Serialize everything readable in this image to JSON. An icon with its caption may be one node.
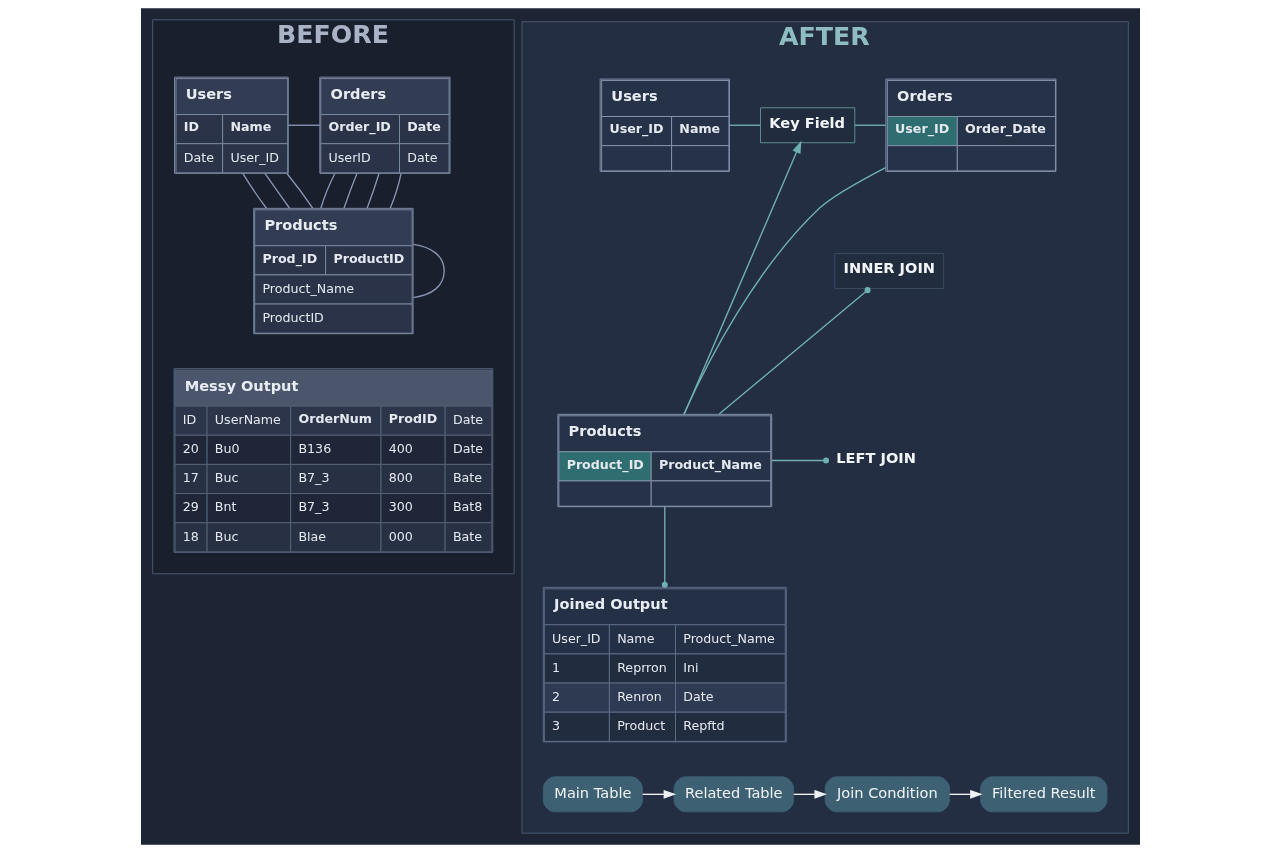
{
  "diagram": {
    "nodes": [
      {
        "text": [
          "BEFORE"
        ]
      },
      {
        "text": [
          "Users",
          "ID",
          "Name",
          "Date",
          "User_ID"
        ],
        "in": 0
      },
      {
        "text": [
          "Orders",
          "Order_ID",
          "Date",
          "UserID",
          "Date"
        ],
        "in": 0
      },
      {
        "text": [
          "Products",
          "Prod_ID",
          "ProductID",
          "Product_Name",
          "ProductID"
        ],
        "in": 0
      },
      {
        "text": [
          "Messy Output",
          "ID",
          "UserName",
          "OrderNum",
          "ProdID",
          "Date",
          "20",
          "Bu0",
          "B136",
          "400",
          "Date",
          "17",
          "Buc",
          "B7_3",
          "800",
          "Bate",
          "29",
          "Bnt",
          "B7_3",
          "300",
          "Bat8",
          "18",
          "Buc",
          "Blae",
          "000",
          "Bate"
        ],
        "in": 0
      },
      {
        "text": [
          "AFTER"
        ]
      },
      {
        "text": [
          "Users",
          "User_ID",
          "Name"
        ],
        "in": 5
      },
      {
        "text": [
          "Key Field"
        ],
        "in": 5
      },
      {
        "text": [
          "Orders",
          "User_ID",
          "Order_Date"
        ],
        "in": 5
      },
      {
        "text": [
          "INNER JOIN"
        ],
        "in": 5
      },
      {
        "text": [
          "Products",
          "Product_ID",
          "Product_Name"
        ],
        "in": 5
      },
      {
        "text": [
          "LEFT JOIN"
        ],
        "in": 5
      },
      {
        "text": [
          "Joined Output",
          "User_ID",
          "Name",
          "Product_Name",
          "1",
          "Reprron",
          "Ini",
          "2",
          "Renron",
          "Date",
          "3",
          "Product",
          "Repftd"
        ],
        "in": 5
      },
      {
        "text": [
          "Main Table"
        ],
        "in": 5
      },
      {
        "text": [
          "Related Table"
        ],
        "in": 5
      },
      {
        "text": [
          "Join Condition"
        ],
        "in": 5
      },
      {
        "text": [
          "Filtered Result"
        ],
        "in": 5
      }
    ],
    "edges": [
      {
        "from": 1,
        "to": 2,
        "arrow": "none"
      },
      {
        "from": 1,
        "to": 3,
        "arrow": "none"
      },
      {
        "from": 2,
        "to": 3,
        "arrow": "none"
      },
      {
        "from": 1,
        "to": 3,
        "arrow": "none"
      },
      {
        "from": 1,
        "to": 3,
        "arrow": "none"
      },
      {
        "from": 2,
        "to": 3,
        "arrow": "none"
      },
      {
        "from": 2,
        "to": 3,
        "arrow": "none"
      },
      {
        "from": 2,
        "to": 3,
        "arrow": "none"
      },
      {
        "from": 3,
        "to": 3,
        "arrow": "none"
      },
      {
        "from": 6,
        "to": 7,
        "arrow": "none",
        "color": "#6fb0b4"
      },
      {
        "from": 7,
        "to": 8,
        "arrow": "none",
        "color": "#6fb0b4"
      },
      {
        "from": 10,
        "to": 7,
        "arrow": "to",
        "color": "#6fb0b4"
      },
      {
        "from": 10,
        "to": 9,
        "arrow": "other",
        "color": "#6fb0b4"
      },
      {
        "from": 8,
        "to": 10,
        "arrow": "none",
        "color": "#6fb0b4"
      },
      {
        "from": 10,
        "to": 11,
        "arrow": "other",
        "color": "#6fb0b4"
      },
      {
        "from": 10,
        "to": 12,
        "arrow": "other",
        "color": "#6fb0b4"
      },
      {
        "from": 13,
        "to": 14,
        "arrow": "to",
        "color": "#eef2f6"
      },
      {
        "from": 14,
        "to": 15,
        "arrow": "to",
        "color": "#eef2f6"
      },
      {
        "from": 15,
        "to": 16,
        "arrow": "to",
        "color": "#eef2f6"
      }
    ]
  }
}
